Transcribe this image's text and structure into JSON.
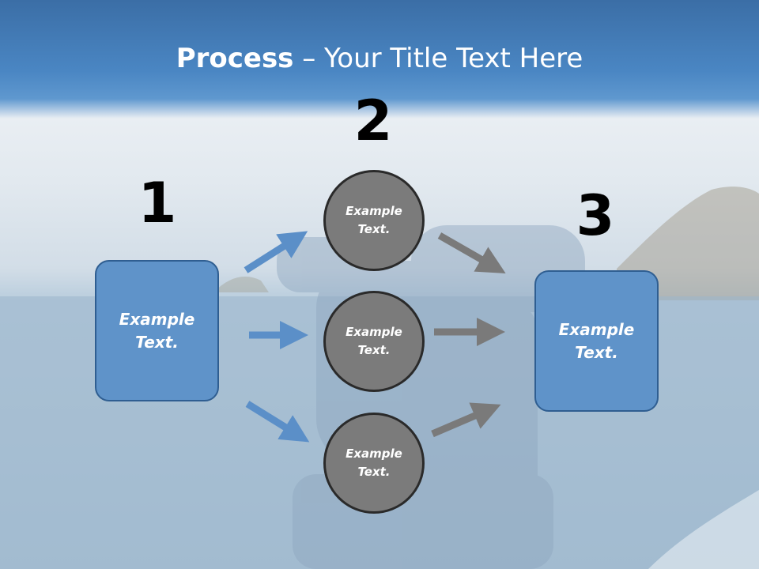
{
  "slide": {
    "title_bold": "Process",
    "title_rest": " – Your Title Text Here"
  },
  "steps": {
    "one": {
      "number": "1",
      "box_text": "Example\nText."
    },
    "two": {
      "number": "2",
      "circle_top": "Example\nText.",
      "circle_middle": "Example\nText.",
      "circle_bottom": "Example\nText."
    },
    "three": {
      "number": "3",
      "box_text": "Example\nText."
    }
  },
  "colors": {
    "box_fill": "#5f93c9",
    "box_border": "#2f5e91",
    "circle_fill": "#7b7b7b",
    "blue_arrow": "#5b8fc8",
    "gray_arrow": "#7a7a7a"
  }
}
